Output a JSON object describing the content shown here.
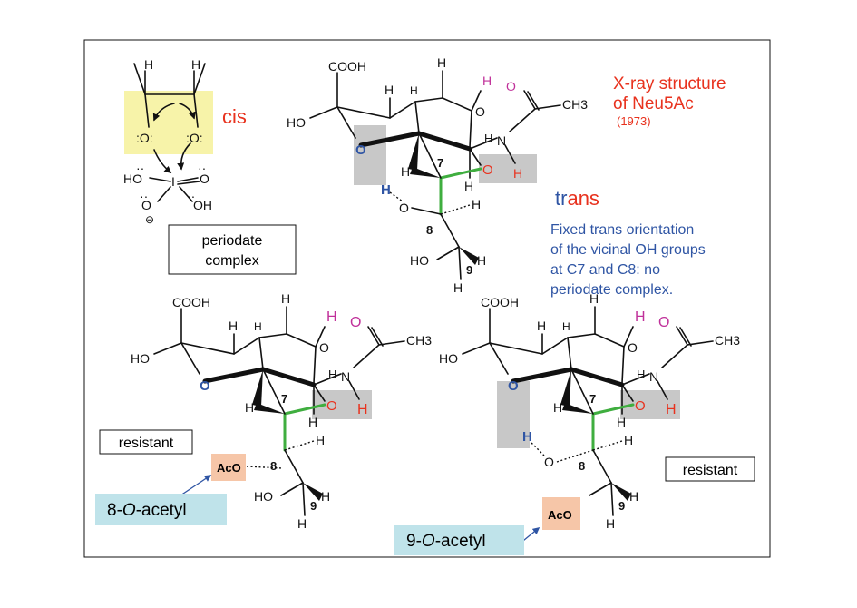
{
  "labels": {
    "cis": "cis",
    "trans_tr": "tr",
    "trans_ans": "ans",
    "xray_line1": "X-ray structure",
    "xray_line2": "of Neu5Ac",
    "xray_year": "(1973)",
    "fixed_line1": "Fixed trans orientation",
    "fixed_line2": "of the vicinal OH groups",
    "fixed_line3": "at C7 and C8: no",
    "fixed_line4": "periodate complex.",
    "periodate_line1": "periodate",
    "periodate_line2": "complex",
    "resistant": "resistant",
    "acetyl8_prefix": "8-",
    "acetyl9_prefix": "9-",
    "acetyl_O": "O",
    "acetyl_suffix": "-acetyl"
  },
  "atoms": {
    "cooh": "COOH",
    "ho": "HO",
    "h": "H",
    "o": "O",
    "ch3": "CH3",
    "n": "N",
    "aco": "AcO",
    "c7": "7",
    "c8": "8",
    "c9": "9",
    "periodate_ho1": "HO",
    "periodate_o": "O",
    "periodate_oh": "OH",
    "periodate_i": "I",
    "periodate_oc": ":O:",
    "periodate_minus": "⊖"
  },
  "colors": {
    "red": "#e8321e",
    "blue": "#2f55a4",
    "magenta": "#c0309a",
    "green": "#3fae3f",
    "grey_highlight": "#c8c8c8",
    "yellow_highlight": "#f7f3a9",
    "pink_highlight": "#f6c6a8",
    "cyan_label": "#bfe3ea"
  }
}
